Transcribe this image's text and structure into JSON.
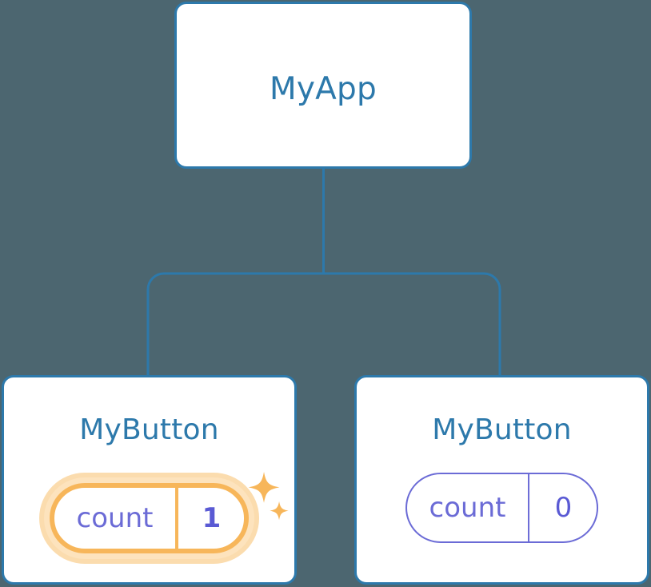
{
  "diagram": {
    "type": "component-tree",
    "background_color": "#4c6670",
    "node_border_color": "#2d79ab",
    "node_title_color": "#2d79ab",
    "connector_color": "#2d79ab",
    "state_pill_color": "#6b6bd6",
    "highlight_color": "#f7b65a",
    "highlight_glow_color": "#fbdcae",
    "root": {
      "title": "MyApp"
    },
    "children": [
      {
        "title": "MyButton",
        "state": {
          "key": "count",
          "value": "1"
        },
        "highlighted": true,
        "sparkle_icons": [
          "sparkle-large-icon",
          "sparkle-small-icon"
        ]
      },
      {
        "title": "MyButton",
        "state": {
          "key": "count",
          "value": "0"
        },
        "highlighted": false,
        "sparkle_icons": []
      }
    ]
  }
}
